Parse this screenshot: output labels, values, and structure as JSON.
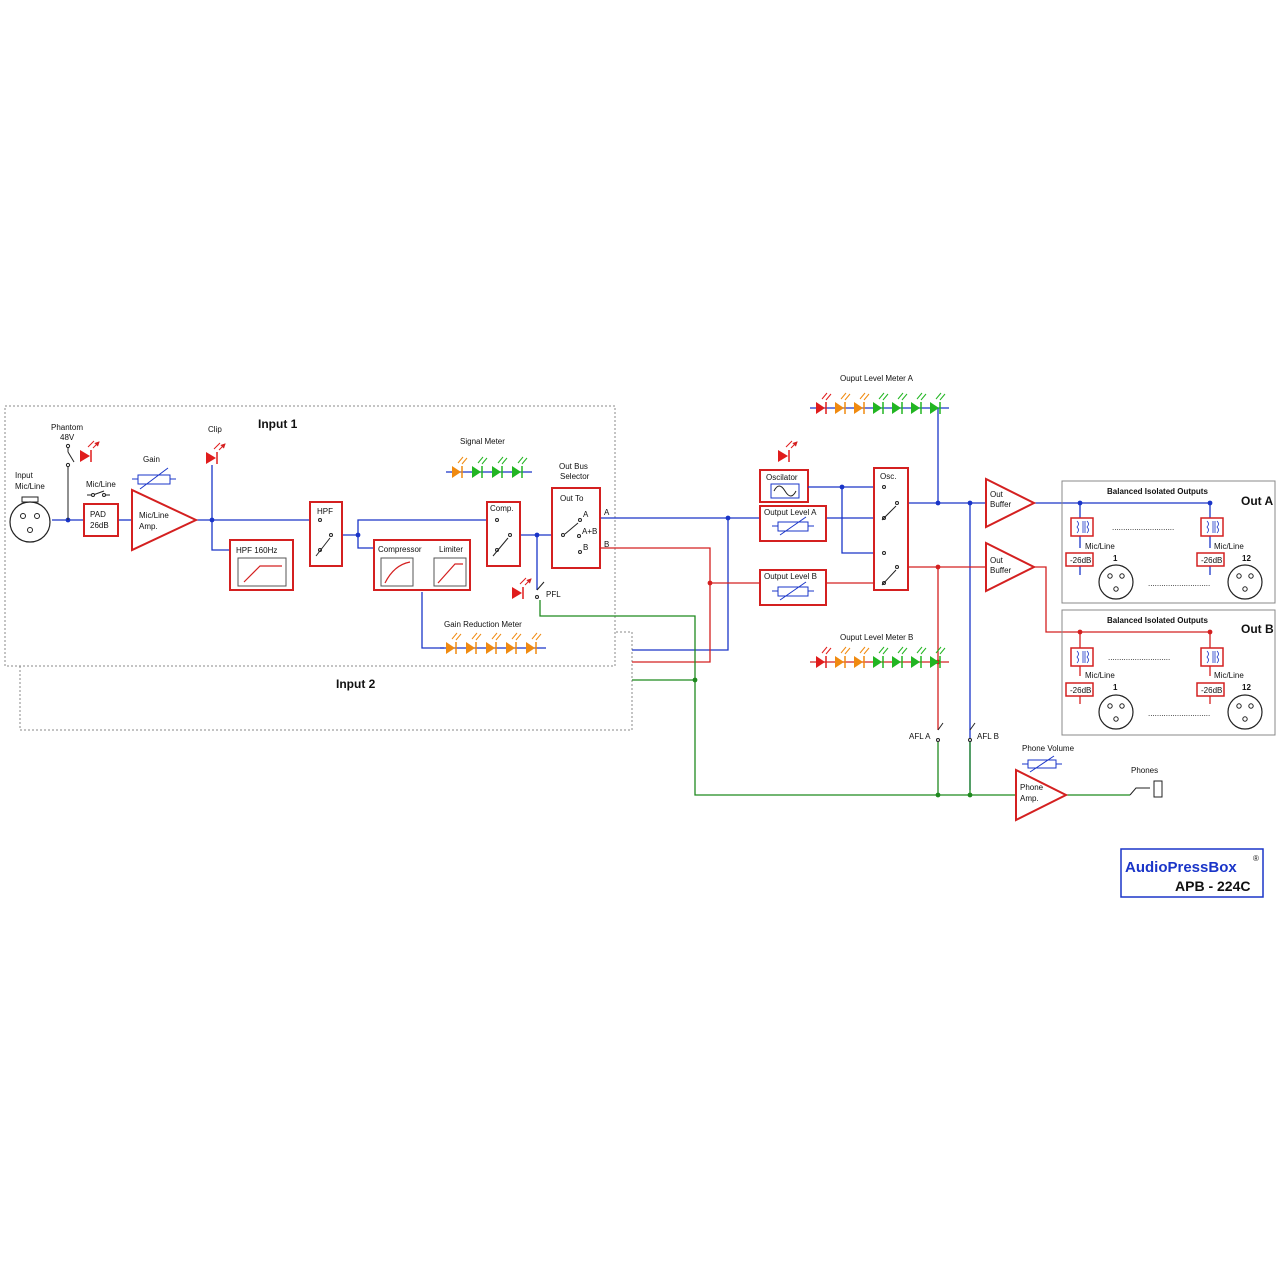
{
  "labels": {
    "input1": "Input  1",
    "input2": "Input  2",
    "input_mic_line_1": "Input",
    "input_mic_line_2": "Mic/Line",
    "phantom_1": "Phantom",
    "phantom_2": "48V",
    "mic_line_switch": "Mic/Line",
    "pad_1": "PAD",
    "pad_2": "26dB",
    "gain": "Gain",
    "amp_1": "Mic/Line",
    "amp_2": "Amp.",
    "clip": "Clip",
    "hpf_160": "HPF 160Hz",
    "hpf": "HPF",
    "compressor": "Compressor",
    "limiter": "Limiter",
    "comp": "Comp.",
    "signal_meter": "Signal Meter",
    "gain_reduction_meter": "Gain Reduction Meter",
    "out_bus_selector_1": "Out Bus",
    "out_bus_selector_2": "Selector",
    "out_to": "Out To",
    "sel_a": "A",
    "sel_ab": "A+B",
    "sel_b": "B",
    "bus_a": "A",
    "bus_b": "B",
    "pfl": "PFL",
    "oscilator": "Oscilator",
    "output_level_a": "Output Level A",
    "output_level_b": "Output Level B",
    "osc": "Osc.",
    "meter_a": "Ouput Level Meter A",
    "meter_b": "Ouput Level Meter B",
    "out_buffer_1": "Out",
    "out_buffer_2": "Buffer",
    "afl_a": "AFL A",
    "afl_b": "AFL B",
    "phone_volume": "Phone Volume",
    "phone_amp_1": "Phone",
    "phone_amp_2": "Amp.",
    "phones": "Phones",
    "balanced_outputs": "Balanced Isolated Outputs",
    "out_a": "Out A",
    "out_b": "Out B",
    "out_mic_line": "Mic/Line",
    "out_26db": "-26dB",
    "out_1": "1",
    "out_12": "12",
    "ellipsis": "............................",
    "brand": "AudioPressBox",
    "registered": "®",
    "model": "APB - 224C"
  },
  "colors": {
    "signal_wire_a": "#1a35c8",
    "signal_wire_b": "#d42020",
    "monitor_wire": "#1f8a1f",
    "block_outline": "#d42020",
    "led_red": "#e01c1c",
    "led_orange": "#f08a10",
    "led_green": "#22b522"
  },
  "meters": {
    "signal_meter": [
      "orange",
      "green",
      "green",
      "green"
    ],
    "gain_reduction_meter": [
      "orange",
      "orange",
      "orange",
      "orange",
      "orange"
    ],
    "output_level_meter_a": [
      "red",
      "orange",
      "orange",
      "green",
      "green",
      "green",
      "green"
    ],
    "output_level_meter_b": [
      "red",
      "orange",
      "orange",
      "green",
      "green",
      "green",
      "green"
    ]
  }
}
